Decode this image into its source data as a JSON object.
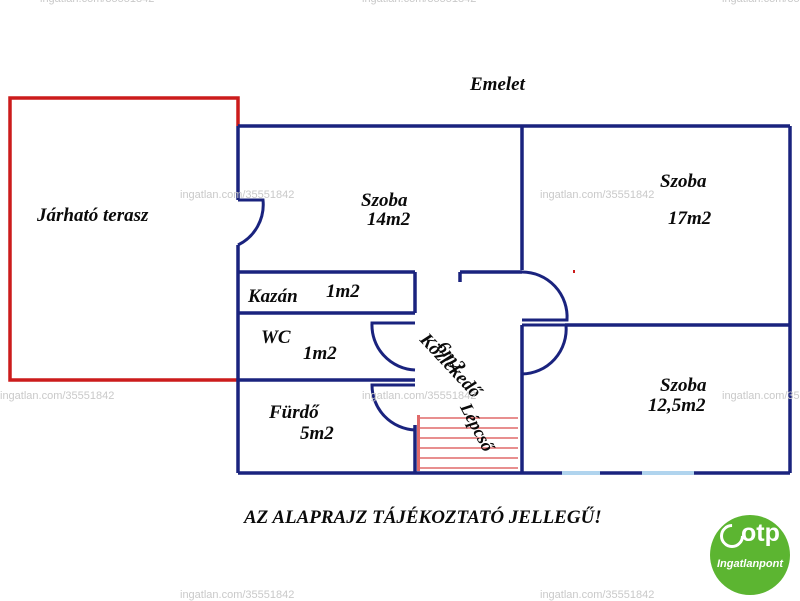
{
  "title": "Emelet",
  "notice": "AZ ALAPRAJZ TÁJÉKOZTATÓ JELLEGŰ!",
  "rooms": {
    "terrace": {
      "name": "Járható terasz"
    },
    "room_14": {
      "name": "Szoba",
      "area": "14m2"
    },
    "room_17": {
      "name": "Szoba",
      "area": "17m2"
    },
    "room_12": {
      "name": "Szoba",
      "area": "12,5m2"
    },
    "boiler": {
      "name": "Kazán",
      "area": "1m2"
    },
    "wc": {
      "name": "WC",
      "area": "1m2"
    },
    "bath": {
      "name": "Fürdő",
      "area": "5m2"
    },
    "hall": {
      "name": "Közlekedő",
      "area": "6m2"
    },
    "stairs": {
      "name": "Lépcső"
    }
  },
  "watermark": "ingatlan.com/35551842",
  "logo": {
    "brand": "otp",
    "sub": "Ingatlanpont"
  },
  "colors": {
    "wall": "#1a237e",
    "terrace_wall": "#cc1c1c",
    "stairs": "#e06a6a",
    "logo_bg": "#5cb531",
    "window": "#b0d4ee"
  }
}
